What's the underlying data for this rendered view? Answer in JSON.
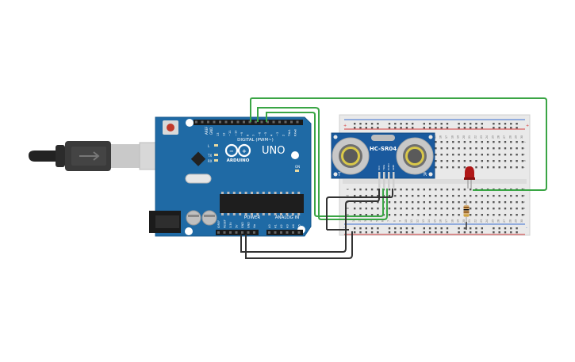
{
  "arduino": {
    "logo_text": "ARDUINO",
    "model": "UNO",
    "digital_header_label": "DIGITAL (PWM~)",
    "power_header_label": "POWER",
    "analog_header_label": "ANALOG IN",
    "aref_label": "AREF",
    "gnd_label": "GND",
    "digital_pins": [
      "13",
      "12",
      "~11",
      "~10",
      "~9",
      "8",
      "7",
      "~6",
      "~5",
      "4",
      "~3",
      "2",
      "TX▸1",
      "RX◂0"
    ],
    "power_pins": [
      "IOREF",
      "RESET",
      "3.3V",
      "5V",
      "GND",
      "GND",
      "Vin"
    ],
    "analog_pins": [
      "A0",
      "A1",
      "A2",
      "A3",
      "A4",
      "A5"
    ],
    "tx_label": "TX",
    "rx_label": "RX",
    "on_label": "ON",
    "l_label": "L"
  },
  "sensor": {
    "name": "HC-SR04",
    "left_label": "T",
    "right_label": "R",
    "pins": [
      "VCC",
      "TRIG",
      "ECHO",
      "GND"
    ]
  },
  "breadboard": {
    "rail_plus": "+",
    "rail_minus": "-",
    "row_letters_top": [
      "j",
      "i",
      "h",
      "g",
      "f"
    ],
    "row_letters_bottom": [
      "e",
      "d",
      "c",
      "b",
      "a"
    ],
    "column_numbers": [
      "1",
      "2",
      "3",
      "4",
      "5",
      "6",
      "7",
      "8",
      "9",
      "10",
      "11",
      "12",
      "13",
      "14",
      "15",
      "16",
      "17",
      "18",
      "19",
      "20",
      "21",
      "22",
      "23",
      "24",
      "25",
      "26",
      "27",
      "28",
      "29",
      "30"
    ]
  },
  "colors": {
    "board_blue": "#1f6aa5",
    "board_dark": "#17538a",
    "wire_green": "#3aa545",
    "wire_black": "#333333",
    "led_red": "#b01818",
    "rail_red": "#d23a3a",
    "rail_blue": "#3c6fd1"
  }
}
